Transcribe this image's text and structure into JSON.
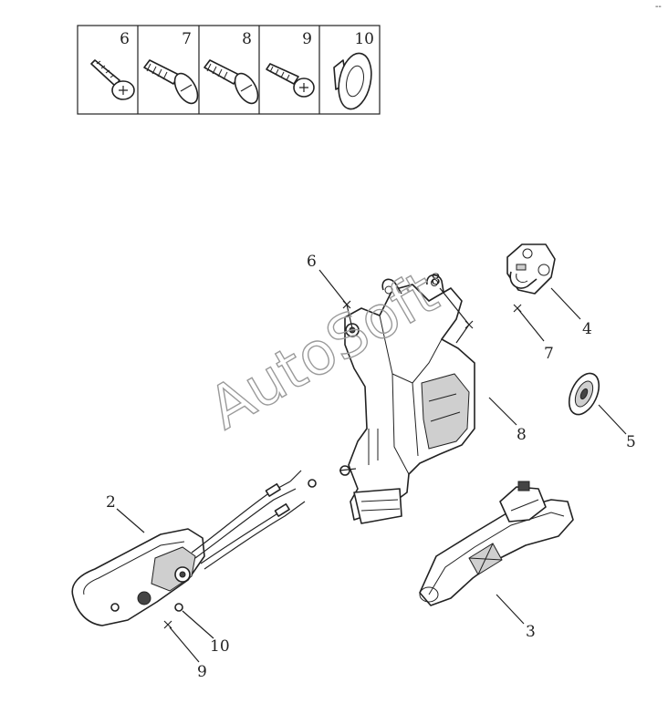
{
  "hardware_table": {
    "cells": [
      {
        "number": "6",
        "icon": "pan-head-tapping-screw-icon"
      },
      {
        "number": "7",
        "icon": "countersunk-bolt-icon"
      },
      {
        "number": "8",
        "icon": "countersunk-bolt-icon"
      },
      {
        "number": "9",
        "icon": "pan-head-screw-icon"
      },
      {
        "number": "10",
        "icon": "plastic-clip-icon"
      }
    ]
  },
  "callouts": {
    "c1": "6",
    "c2": "8",
    "c3": "4",
    "c4": "7",
    "c5": "8",
    "c6": "5",
    "c7": "2",
    "c8": "3",
    "c9": "10",
    "c10": "9"
  },
  "watermark": "AutoSoft",
  "corner_mark": "--"
}
